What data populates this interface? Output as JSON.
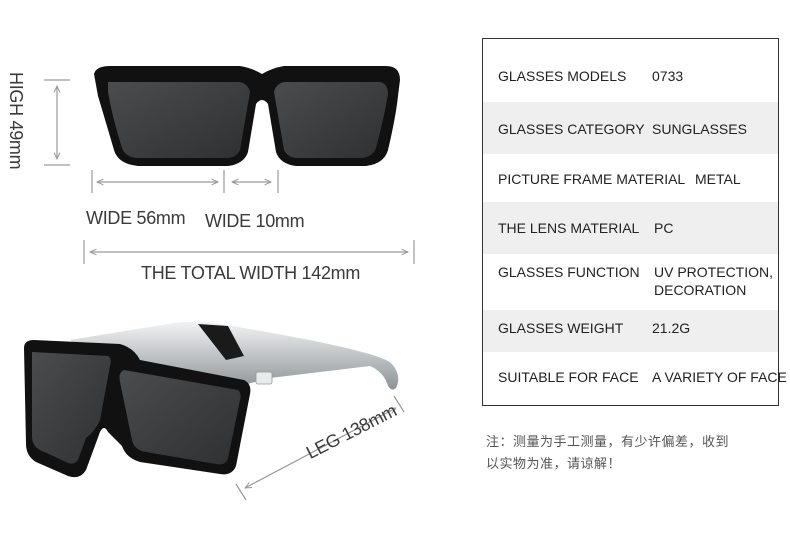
{
  "dimensions": {
    "high": "HIGH 49mm",
    "wide_lens": "WIDE 56mm",
    "wide_bridge": "WIDE 10mm",
    "total_width": "THE TOTAL WIDTH 142mm",
    "leg": "LEG 138mm"
  },
  "specs": [
    {
      "key": "GLASSES MODELS",
      "value": "0733"
    },
    {
      "key": "GLASSES CATEGORY",
      "value": "SUNGLASSES"
    },
    {
      "key": "PICTURE FRAME MATERIAL",
      "value": "METAL"
    },
    {
      "key": "THE LENS MATERIAL",
      "value": "PC"
    },
    {
      "key": "GLASSES FUNCTION",
      "value": "UV PROTECTION,",
      "value2": "DECORATION"
    },
    {
      "key": "GLASSES WEIGHT",
      "value": "21.2G"
    },
    {
      "key": "SUITABLE FOR FACE",
      "value": "A VARIETY OF FACE"
    }
  ],
  "note": {
    "line1": "注：测量为手工测量，有少许偏差，收到",
    "line2": "以实物为准，请谅解！"
  },
  "colors": {
    "frame": "#111111",
    "lens": "#3b3d3f",
    "temple": "#c9ccce",
    "dim_line": "#9a9a9a",
    "row_shade": "#efefef"
  }
}
